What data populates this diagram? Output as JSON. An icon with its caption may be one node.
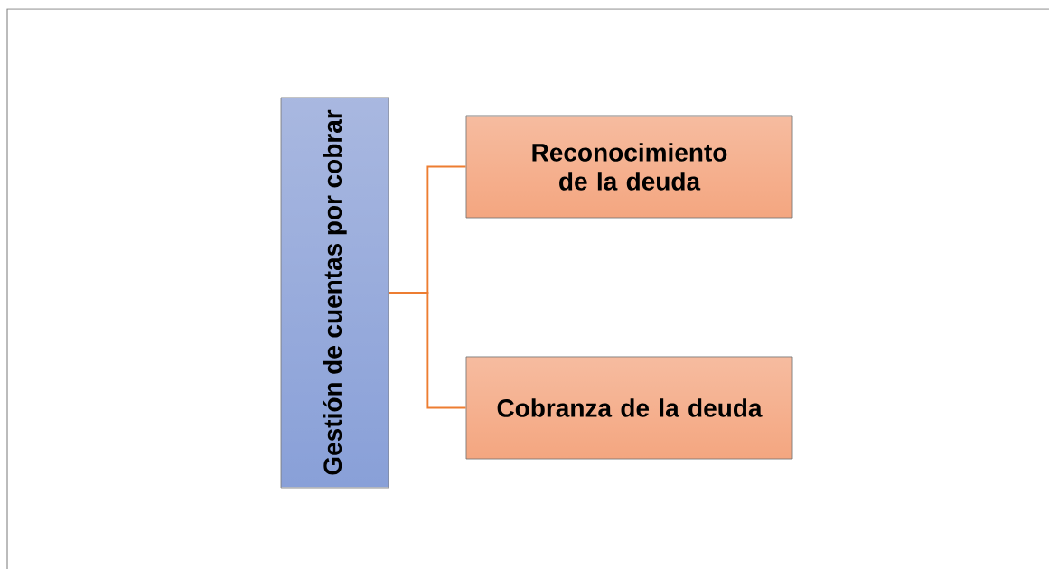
{
  "diagram": {
    "nodes": [
      {
        "text": [
          "Gestión de cuentas por cobrar"
        ]
      },
      {
        "text": [
          "Reconocimiento de la deuda"
        ]
      },
      {
        "text": [
          "Cobranza de la deuda"
        ]
      }
    ],
    "edges": [
      {
        "from": 0,
        "to": 1,
        "arrow": "none"
      },
      {
        "from": 0,
        "to": 2,
        "arrow": "none"
      }
    ]
  }
}
